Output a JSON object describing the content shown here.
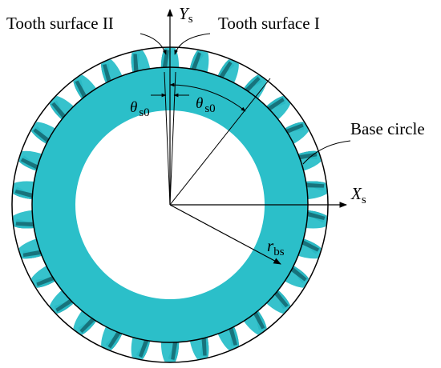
{
  "labels": {
    "tooth_surface_2": "Tooth surface  II",
    "tooth_surface_1": "Tooth surface  I",
    "base_circle": "Base circle",
    "y_axis_main": "Y",
    "y_axis_sub": "s",
    "x_axis_main": "X",
    "x_axis_sub": "s",
    "radius_main": "r",
    "radius_sub": "bs",
    "theta_left_main": "θ",
    "theta_left_sub": "s0",
    "theta_right_main": "θ",
    "theta_right_sub": "s0"
  },
  "gear": {
    "tooth_count": 30,
    "colors": {
      "face": "#2bbfc9",
      "face_light": "#5fd4dc",
      "shadow": "#14666e",
      "line": "#000000"
    }
  }
}
